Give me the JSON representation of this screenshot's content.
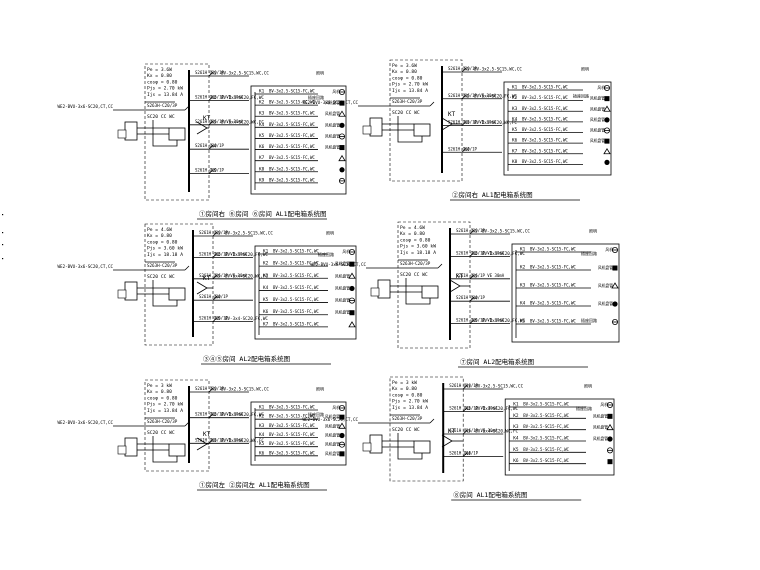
{
  "diagrams": [
    {
      "caption": "①房间右 ⑥房间 ⑥房间 AL1配电箱系统图",
      "params": [
        "Pe = 3.6W",
        "Kx = 0.80",
        "cosφ = 0.80",
        "Pjs = 2.70 kW",
        "Ijs = 13.84 A"
      ],
      "incoming": "WE2-BVU-3x6-SC20,CT,CC",
      "main_breaker": "S263H-C20/3P",
      "conduit": "SC20 CC WC",
      "kt": "KT",
      "circuits": [
        {
          "id": "N1",
          "breaker": "S261H C10/1P",
          "cable": "BV-3x2.5-SC15,WC,CC",
          "load": "照明"
        },
        {
          "id": "N2",
          "breaker": "S261H C16/1P VE 30mA",
          "cable": "BV-3x4-SC20,FC,WC",
          "load": "插座回路"
        },
        {
          "id": "N3",
          "breaker": "S261H C16/1P VE 30mA",
          "cable": "BV-3x4-SC20,WC,FC",
          "load": ""
        },
        {
          "id": "N4",
          "breaker": "S261H C10/1P",
          "cable": "",
          "load": ""
        },
        {
          "id": "N5",
          "breaker": "S261H C10/1P",
          "cable": "",
          "load": ""
        }
      ],
      "branches": [
        {
          "id": "K1",
          "cable": "BV-3x2.5-SC15-FC,WC",
          "load": "风机"
        },
        {
          "id": "K2",
          "cable": "BV-3x2.5-SC15-FC,WC",
          "load": "风机盘管"
        },
        {
          "id": "K3",
          "cable": "BV-3x2.5-SC15-FC,WC",
          "load": "风机盘管"
        },
        {
          "id": "K4",
          "cable": "BV-3x2.5-SC15-FC,WC",
          "load": "风机盘管"
        },
        {
          "id": "K5",
          "cable": "BV-3x2.5-SC15-FC,WC",
          "load": "风机盘管"
        },
        {
          "id": "K6",
          "cable": "BV-3x2.5-SC15-FC,WC",
          "load": "风机盘管"
        },
        {
          "id": "K7",
          "cable": "BV-3x2.5-SC15-FC,WC",
          "load": ""
        },
        {
          "id": "K8",
          "cable": "BV-3x2.5-SC15-FC,WC",
          "load": ""
        },
        {
          "id": "K9",
          "cable": "BV-3x2.5-SC15-FC,WC",
          "load": ""
        }
      ]
    },
    {
      "caption": "②房间右 AL1配电箱系统图",
      "params": [
        "Pe = 3.6W",
        "Kx = 0.80",
        "cosφ = 0.80",
        "Pjs = 2.70 kW",
        "Ijs = 13.84 A"
      ],
      "incoming": "WE2-BVU-3x6-SC20,CT,CC",
      "main_breaker": "S263H-C20/3P",
      "conduit": "SC20 CC WC",
      "kt": "KT",
      "circuits": [
        {
          "id": "N1",
          "breaker": "S261H C10/1P",
          "cable": "BV-3x2.5-SC15,WC,CC",
          "load": "照明"
        },
        {
          "id": "N2",
          "breaker": "S261H C16/1P VE 30mA",
          "cable": "BV-3x4-SC20,FC,WC",
          "load": "插座回路"
        },
        {
          "id": "N3",
          "breaker": "S261H C16/1P VE 30mA",
          "cable": "BV-3x4-SC20,WC,FC",
          "load": ""
        },
        {
          "id": "N4",
          "breaker": "S261H C10/1P",
          "cable": "",
          "load": ""
        }
      ],
      "branches": [
        {
          "id": "K1",
          "cable": "BV-3x2.5-SC15-FC,WC",
          "load": "风机"
        },
        {
          "id": "K2",
          "cable": "BV-3x2.5-SC15-FC,WC",
          "load": "风机盘管"
        },
        {
          "id": "K3",
          "cable": "BV-3x2.5-SC15-FC,WC",
          "load": "风机盘管"
        },
        {
          "id": "K4",
          "cable": "BV-3x2.5-SC15-FC,WC",
          "load": "风机盘管"
        },
        {
          "id": "K5",
          "cable": "BV-3x2.5-SC15-FC,WC",
          "load": "风机盘管"
        },
        {
          "id": "K6",
          "cable": "BV-3x2.5-SC15-FC,WC",
          "load": "风机盘管"
        },
        {
          "id": "K7",
          "cable": "BV-3x2.5-SC15-FC,WC",
          "load": ""
        },
        {
          "id": "K8",
          "cable": "BV-3x2.5-SC15-FC,WC",
          "load": ""
        }
      ]
    },
    {
      "caption": "③④⑤房间 AL2配电箱系统图",
      "params": [
        "Pe = 4.6W",
        "Kx = 0.80",
        "cosφ = 0.80",
        "Pjs = 3.60 kW",
        "Ijs = 18.18 A"
      ],
      "incoming": "WE2-BVU-3x6-SC20,CT,CC",
      "main_breaker": "S263H-C20/3P",
      "conduit": "SC20 CC WC",
      "kt": "KT",
      "circuits": [
        {
          "id": "N1",
          "breaker": "S261H C10/1P",
          "cable": "BV-3x2.5-SC15,WC,CC",
          "load": "照明"
        },
        {
          "id": "N2",
          "breaker": "S261H C16/1P VE 30mA",
          "cable": "BV-3x4-SC20,FC,WC",
          "load": "插座回路"
        },
        {
          "id": "N3",
          "breaker": "S261H C16/1P VE 30mA",
          "cable": "BV-3x4-SC20,WC,FC",
          "load": ""
        },
        {
          "id": "N4",
          "breaker": "S261H C10/1P",
          "cable": "",
          "load": ""
        },
        {
          "id": "N5",
          "breaker": "S261H C16/1P",
          "cable": "BV-3x4-SC20,FC,WC",
          "load": ""
        }
      ],
      "branches": [
        {
          "id": "K1",
          "cable": "BV-3x2.5-SC15-FC,WC",
          "load": "风机"
        },
        {
          "id": "K2",
          "cable": "BV-3x2.5-SC15-FC,WC",
          "load": "风机盘管"
        },
        {
          "id": "K3",
          "cable": "BV-3x2.5-SC15-FC,WC",
          "load": "风机盘管"
        },
        {
          "id": "K4",
          "cable": "BV-3x2.5-SC15-FC,WC",
          "load": "风机盘管"
        },
        {
          "id": "K5",
          "cable": "BV-3x2.5-SC15-FC,WC",
          "load": "风机盘管"
        },
        {
          "id": "K6",
          "cable": "BV-3x2.5-SC15-FC,WC",
          "load": "风机盘管"
        },
        {
          "id": "K7",
          "cable": "BV-3x2.5-SC15-FC,WC",
          "load": ""
        }
      ]
    },
    {
      "caption": "⑦房间 AL2配电箱系统图",
      "params": [
        "Pe = 4.6W",
        "Kx = 0.80",
        "cosφ = 0.80",
        "Pjs = 3.60 kW",
        "Ijs = 18.18 A"
      ],
      "incoming": "WE2-BVU-3x6-SC20,CT,CC",
      "main_breaker": "S263H-C20/3P",
      "conduit": "SC20 CC WC",
      "kt": "KT",
      "circuits": [
        {
          "id": "N1",
          "breaker": "S261H C10/1P",
          "cable": "BV-3x2.5-SC15,WC,CC",
          "load": "照明"
        },
        {
          "id": "N2",
          "breaker": "S261H C16/1P VE 30mA",
          "cable": "BV-3x4-SC20,FC,WC",
          "load": "插座回路"
        },
        {
          "id": "N3",
          "breaker": "S261H C16/1P VE 30mA",
          "cable": "",
          "load": ""
        },
        {
          "id": "N4",
          "breaker": "S261H C10/1P",
          "cable": "",
          "load": ""
        },
        {
          "id": "N5",
          "breaker": "S261H C16/1P VE 30mA",
          "cable": "BV-3x4-SC20,FC,WC",
          "load": "插座回路"
        }
      ],
      "branches": [
        {
          "id": "K1",
          "cable": "BV-3x2.5-SC15-FC,WC",
          "load": "风机"
        },
        {
          "id": "K2",
          "cable": "BV-3x2.5-SC15-FC,WC",
          "load": "风机盘管"
        },
        {
          "id": "K3",
          "cable": "BV-3x2.5-SC15-FC,WC",
          "load": "风机盘管"
        },
        {
          "id": "K4",
          "cable": "BV-3x2.5-SC15-FC,WC",
          "load": "风机盘管"
        },
        {
          "id": "K5",
          "cable": "BV-3x2.5-SC15-FC,WC",
          "load": ""
        }
      ]
    },
    {
      "caption": "①房间左 ②房间左 AL1配电箱系统图",
      "params": [
        "Pe = 3 kW",
        "Kx = 0.80",
        "cosφ = 0.80",
        "Pjs = 2.70 kW",
        "Ijs = 13.84 A"
      ],
      "incoming": "WE2-BVU-3x6-SC20,CT,CC",
      "main_breaker": "S263H-C20/3P",
      "conduit": "SC20 CC WC",
      "kt": "KT",
      "circuits": [
        {
          "id": "N1",
          "breaker": "S261H C10/1P",
          "cable": "BV-3x2.5-SC15,WC,CC",
          "load": "照明"
        },
        {
          "id": "N2",
          "breaker": "S261H C16/1P VE 30mA",
          "cable": "BV-3x4-SC20,FC,WC",
          "load": "插座回路"
        },
        {
          "id": "N3",
          "breaker": "S261H C16/1P VE 30mA",
          "cable": "BV-3x4-SC20,WC,FC",
          "load": ""
        }
      ],
      "branches": [
        {
          "id": "K1",
          "cable": "BV-3x2.5-SC15-FC,WC",
          "load": "风机"
        },
        {
          "id": "K2",
          "cable": "BV-3x2.5-SC15-FC,WC",
          "load": "风机盘管"
        },
        {
          "id": "K3",
          "cable": "BV-3x2.5-SC15-FC,WC",
          "load": "风机盘管"
        },
        {
          "id": "K4",
          "cable": "BV-3x2.5-SC15-FC,WC",
          "load": "风机盘管"
        },
        {
          "id": "K5",
          "cable": "BV-3x2.5-SC15-FC,WC",
          "load": "风机盘管"
        },
        {
          "id": "K6",
          "cable": "BV-3x2.5-SC15-FC,WC",
          "load": "风机盘管"
        }
      ]
    },
    {
      "caption": "⑧房间 AL1配电箱系统图",
      "params": [
        "Pe = 3 kW",
        "Kx = 0.80",
        "cosφ = 0.80",
        "Pjs = 2.70 kW",
        "Ijs = 13.84 A"
      ],
      "incoming": "WE2-BVU-3x6-SC20,CT,CC",
      "main_breaker": "S263H-C20/3P",
      "conduit": "SC20 CC WC",
      "kt": "KT",
      "circuits": [
        {
          "id": "N1",
          "breaker": "S261H C10/1P",
          "cable": "BV-3x2.5-SC15,WC,CC",
          "load": "照明"
        },
        {
          "id": "N2",
          "breaker": "S261H C16/1P VE 30mA",
          "cable": "BV-3x4-SC20,FC,WC",
          "load": "插座回路"
        },
        {
          "id": "N3",
          "breaker": "S261H C16/1P VE 30mA",
          "cable": "BV-3x4-SC20,WC,FC",
          "load": ""
        },
        {
          "id": "N4",
          "breaker": "S261H C10/1P",
          "cable": "",
          "load": ""
        }
      ],
      "branches": [
        {
          "id": "K1",
          "cable": "BV-3x2.5-SC15-FC,WC",
          "load": "风机"
        },
        {
          "id": "K2",
          "cable": "BV-3x2.5-SC15-FC,WC",
          "load": "风机盘管"
        },
        {
          "id": "K3",
          "cable": "BV-3x2.5-SC15-FC,WC",
          "load": "风机盘管"
        },
        {
          "id": "K4",
          "cable": "BV-3x2.5-SC15-FC,WC",
          "load": "风机盘管"
        },
        {
          "id": "K5",
          "cable": "BV-3x2.5-SC15-FC,WC",
          "load": ""
        },
        {
          "id": "K6",
          "cable": "BV-3x2.5-SC15-FC,WC",
          "load": ""
        }
      ]
    }
  ]
}
